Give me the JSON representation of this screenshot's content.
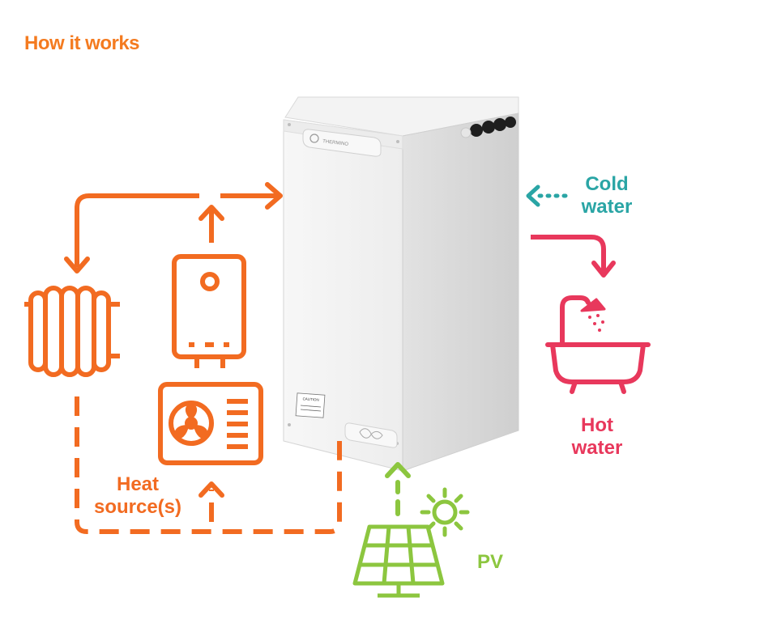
{
  "title": "How it works",
  "labels": {
    "cold_water": [
      "Cold",
      "water"
    ],
    "hot_water": [
      "Hot",
      "water"
    ],
    "heat_sources": [
      "Heat",
      "source(s)"
    ],
    "pv": "PV"
  },
  "unit": {
    "brand": "THERMINO",
    "caution": "CAUTION"
  },
  "colors": {
    "orange": "#f26b21",
    "title_orange": "#f47b20",
    "pink": "#e8385c",
    "teal": "#2aa5a5",
    "green": "#8cc63f",
    "unit_body": "#f4f4f4"
  },
  "icons": [
    "radiator-icon",
    "boiler-icon",
    "heat-pump-icon",
    "bath-shower-icon",
    "solar-panel-icon",
    "sun-icon"
  ]
}
